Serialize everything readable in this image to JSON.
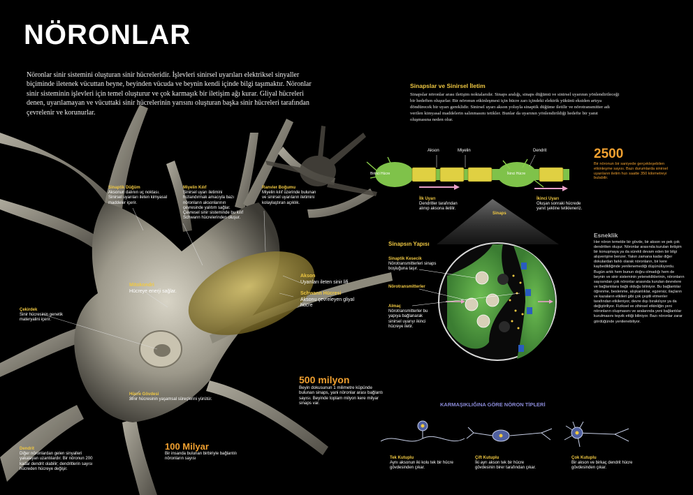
{
  "title": "NÖRONLAR",
  "intro": "Nöronlar sinir sistemini oluşturan sinir hücreleridir. İşlevleri sinirsel uyarıları elektriksel sinyaller biçiminde iletenek vücuttan beyne, beyinden vücuda ve beynin kendi içinde bilgi taşımaktır. Nöronlar sinir sisteminin işlevleri için temel oluşturur ve çok karmaşık bir iletişim ağı kurar. Gliyal hücreleri denen, uyarılamayan ve vücuttaki sinir hücrelerinin yarısını oluşturan başka sinir hücreleri tarafından çevrelenir ve korunurlar.",
  "neuron_labels": {
    "sinaptik_dugum": {
      "title": "Sinaptik Düğüm",
      "text": "Aksonun dalının uç noktası. Sinirsel uyarıları ileten kimyasal maddeler içerir."
    },
    "miyelin_kilif": {
      "title": "Miyelin Kılıf",
      "text": "Sinirsel uyarı iletimini hızlandırmak amacıyla bazı nöronların aksonlarının çevresinde yalıtım sağlar. Çevresel sinir sisteminde bu kılıf Schwann hücrelerinden oluşur."
    },
    "ranvier": {
      "title": "Ranvier Boğumu",
      "text": "Miyelin kılıf üzerinde bulunan ve sinirsel uyarıların iletimini kolaylaştıran açıklık."
    },
    "mitokondri": {
      "title": "Mitokondri",
      "text": "Hücreye enerji sağlar."
    },
    "cekirdek": {
      "title": "Çekirdek",
      "text": "Sinir hücresinin genetik materyalini içerir."
    },
    "akson": {
      "title": "Akson",
      "text": "Uyarıları ileten sinir lifi"
    },
    "schwann": {
      "title": "Schwann Hücresi",
      "text": "Aksonu çevreleyen gliyal hücre"
    },
    "hucre_govdesi": {
      "title": "Hücre Gövdesi",
      "text": "Sinir hücresinin yaşamsal süreçlerini yürütür."
    },
    "dendrit": {
      "title": "Dendrit",
      "text": "Diğer nöronlardan gelen sinyalleri yakalayan uzantılardır. Bir nöronun 200 kadar dendrit olabilir; dendritlerin sayısı hücreden hücreye değişir."
    }
  },
  "stats": {
    "milyar": {
      "value": "100 Milyar",
      "text": "Bir insanda bulunan birbiriyle bağlantılı nöronların sayısı"
    },
    "milyon": {
      "value": "500 milyon",
      "text": "Beyin dokusunun 1 milimetre küpünde bulunan sinaps, yani nöronlar arası bağlantı sayısı. Beyinde toplam milyon kere milyar sinaps var."
    },
    "s2500": {
      "value": "2500",
      "text": "Bir nöronun bir saniyede gerçekleşebilen etkinleşme sayısı. Bazı durumlarda sinirsel uyarıların iletim hızı saatte 350 kilometreyi bulabilir."
    }
  },
  "synapse_section": {
    "title": "Sinapslar ve Sinirsel İletim",
    "text": "Sinapslar nöronlar arası iletişim noktalarıdır. Sinaps aralığı, sinaps düğümü ve sinirsel uyarının yönlendirileceği bir hedeften oluşurlar. Bir nöronun etkinleşmesi için hücre zarı içindeki elektrik yükünü eksiden artıya döndürecek bir uyarı gereklidir. Sinirsel uyarı akson yoluyla sinaptik düğüme iletilir ve nörotransmitter adı verilen kimyasal maddelerin salınmasını tetikler. Bunlar da uyarının yönlendirildiği hedefte bir yanıt oluşmasına neden olur."
  },
  "diagram": {
    "birinci_hucre": "Birinci Hücre",
    "ikinci_hucre": "İkinci Hücre",
    "akson": "Akson",
    "miyelin": "Miyelin",
    "dendrit": "Dendrit",
    "sinaps": "Sinaps",
    "ilk_uyari": {
      "title": "İlk Uyarı",
      "text": "Dendritler tarafından alınıp aksona iletilir."
    },
    "ikinci_uyari": {
      "title": "İkinci Uyarı",
      "text": "Oluşan sonraki hücrede yanıt şekline tetikleneriz."
    }
  },
  "synapse_structure": {
    "title": "Sinapsın Yapısı",
    "kesecik": {
      "title": "Sinaptik Kesecik",
      "text": "Nörotransmitterleri sinaps boşluğuna taşır."
    },
    "norotransmitter": {
      "title": "Nörotransmitterler"
    },
    "almac": {
      "title": "Almaç",
      "text": "Nörotransmitterler bu yapıya bağlanarak sinirsel uyarıyı ikinci hücreye iletir."
    }
  },
  "esneklik": {
    "title": "Esneklik",
    "text": "Her nöron temelde bir gövde, bir akson ve pek çok dendritten oluşur. Nöronlar arasında kurulan iletişim bir konuşmaya ya da sürekli devam eden bir bilgi alışverişine benzer. Yakın zamana kadar diğer dokulardan farklı olarak nöronların, bir kere kaybedildiğinde yenilenemediği düşünülüyordu. Bugün artık hem bunun doğru olmadığı hem de beynin ve sinir sisteminin yetenekliklerinin, nöronların sayısından çok nöronlar arasında kurulan devrelere ve bağlantılara bağlı olduğu biliniyor. Bu bağlantılar öğrenme, beslenme, alışkanlıklar, egzersiz, ilaçların ve kazaların etkileri gibi çok çeşitli etmenler tarafından etkileniyor, devre dışı bırakılıyor ya da değiştiriliyor. Fiziksel ve zihinsel etkinliğin yeni nöronların oluşmasını ve aralarında yeni bağlantılar kurulmasını teşvik ettiği biliniyor. Bazı nöronlar zarar gördüğünde yenilenebiliyor."
  },
  "types": {
    "title": "KARMAŞIKLIĞINA GÖRE NÖRON TİPLERİ",
    "items": [
      {
        "title": "Tek Kutuplu",
        "text": "Aynı aksonun iki kolu tek bir hücre gövdesinden çıkar."
      },
      {
        "title": "Çift Kutuplu",
        "text": "İki ayrı akson tek bir hücre gövdesinin birer tarafından çıkar."
      },
      {
        "title": "Çok Kutuplu",
        "text": "Bir akson ve birkaç dendrit hücre gövdesinden çıkar."
      }
    ]
  },
  "colors": {
    "background": "#000000",
    "accent_yellow": "#f0c842",
    "accent_orange": "#f0a030",
    "synapse_green": "#5aa84a",
    "type_title": "#8a8ad8"
  }
}
